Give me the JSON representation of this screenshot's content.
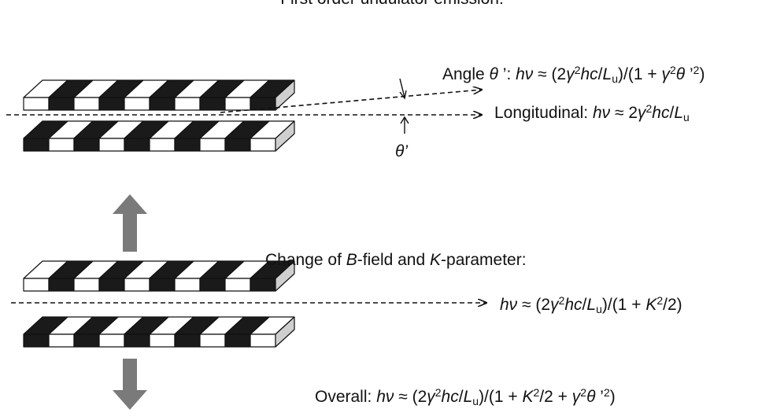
{
  "title": "First order undulator emission:",
  "labels": {
    "angle_prefix": "Angle ",
    "angle_formula_html": "<i>θ</i> ’: <i>hν</i> ≈ (2<i>γ</i><sup>2</sup><i>hc</i>/<i>L</i><sub>u</sub>)/(1 + <i>γ</i><sup>2</sup><i>θ</i> ’<sup>2</sup>)",
    "longitudinal_prefix": "Longitudinal: ",
    "longitudinal_formula_html": "<i>hν</i> ≈ 2<i>γ</i><sup>2</sup><i>hc</i>/<i>L</i><sub>u</sub>",
    "theta": "θ’",
    "bfield_html": "Change of <i>B</i>-field and <i>K</i>-parameter:",
    "k_formula_html": "<i>hν</i> ≈ (2<i>γ</i><sup>2</sup><i>hc</i>/<i>L</i><sub>u</sub>)/(1 + <i>K</i><sup>2</sup>/2)",
    "overall_prefix": "Overall: ",
    "overall_formula_html": "<i>hν</i> ≈ (2<i>γ</i><sup>2</sup><i>hc</i>/<i>L</i><sub>u</sub>)/(1 + <i>K</i><sup>2</sup>/2 + <i>γ</i><sup>2</sup><i>θ</i> ’<sup>2</sup>)"
  },
  "magnets": [
    {
      "name": "top-magnet-array-1",
      "pattern": [
        "white",
        "black",
        "white",
        "black",
        "white",
        "black",
        "white",
        "black",
        "white",
        "black"
      ]
    },
    {
      "name": "bottom-magnet-array-1",
      "pattern": [
        "black",
        "white",
        "black",
        "white",
        "black",
        "white",
        "black",
        "white",
        "black",
        "white"
      ]
    },
    {
      "name": "top-magnet-array-2",
      "pattern": [
        "white",
        "black",
        "white",
        "black",
        "white",
        "black",
        "white",
        "black",
        "white",
        "black"
      ]
    },
    {
      "name": "bottom-magnet-array-2",
      "pattern": [
        "black",
        "white",
        "black",
        "white",
        "black",
        "white",
        "black",
        "white",
        "black",
        "white"
      ]
    }
  ],
  "colors": {
    "black_block": "#1a1a1a",
    "white_block": "#ffffff",
    "end_face": "#cfcfcf",
    "outline": "#111111",
    "move_arrow": "#7a7a7a"
  }
}
